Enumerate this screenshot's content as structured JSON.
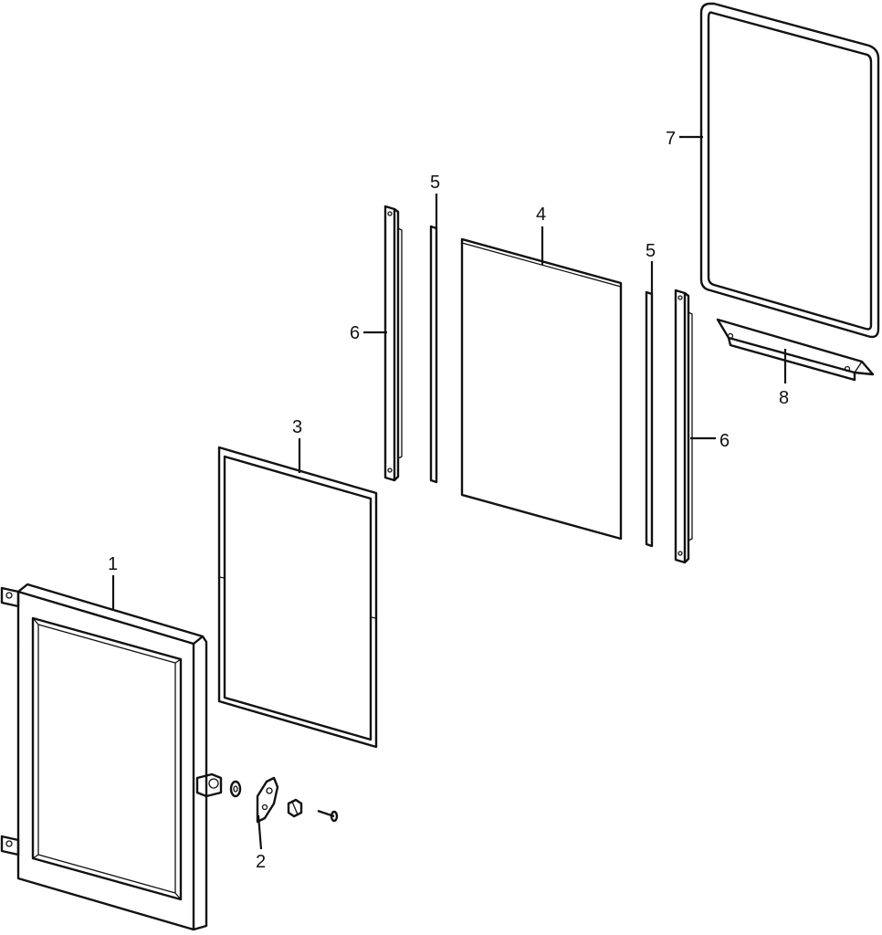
{
  "diagram": {
    "parts": [
      {
        "number": "1"
      },
      {
        "number": "2"
      },
      {
        "number": "3"
      },
      {
        "number": "4"
      },
      {
        "number": "5"
      },
      {
        "number": "5"
      },
      {
        "number": "6"
      },
      {
        "number": "6"
      },
      {
        "number": "7"
      },
      {
        "number": "8"
      }
    ]
  }
}
